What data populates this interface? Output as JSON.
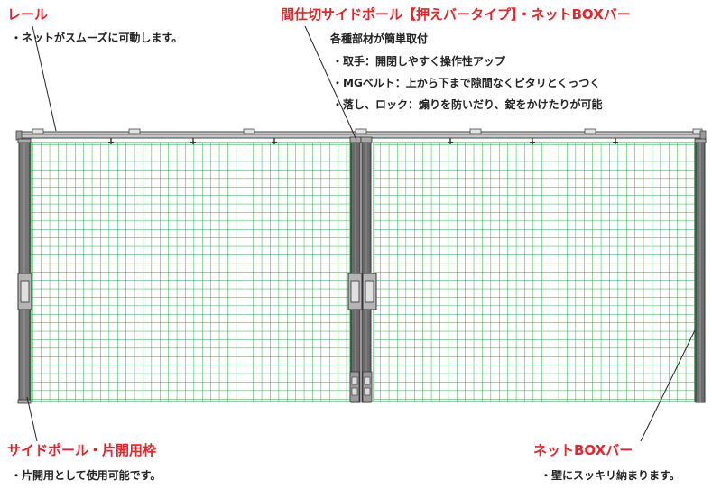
{
  "rail": {
    "title": "レール",
    "desc": "・ネットがスムーズに可動します。"
  },
  "divider_pole": {
    "title": "間仕切サイドポール【押えバータイプ】・ネットBOXバー",
    "subtitle": "各種部材が簡単取付",
    "features": [
      "・取手：開閉しやすく操作性アップ",
      "・MGベルト：上から下まで隙間なくピタリとくっつく",
      "・落し、ロック：煽りを防いだり、錠をかけたりが可能"
    ]
  },
  "side_pole": {
    "title": "サイドポール・片開用枠",
    "desc": "・片開用として使用可能です。"
  },
  "net_box_bar": {
    "title": "ネットBOXバー",
    "desc": "・壁にスッキリ納まります。"
  },
  "colors": {
    "accent": "#e8242b",
    "net": "#2aa84a",
    "frame": "#666666"
  }
}
